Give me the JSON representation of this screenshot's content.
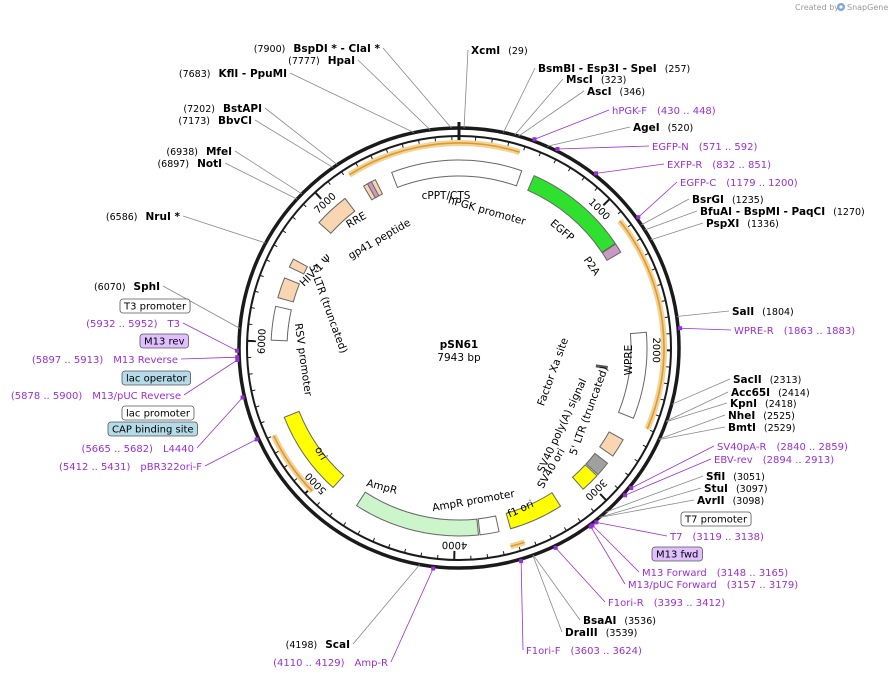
{
  "credit": {
    "text": "Created by",
    "brand": "SnapGene"
  },
  "plasmid": {
    "name": "pSN61",
    "length": "7943 bp",
    "bp": 7943
  },
  "ticks": [
    {
      "label": "1000",
      "bp": 1000
    },
    {
      "label": "2000",
      "bp": 2000
    },
    {
      "label": "3000",
      "bp": 3000
    },
    {
      "label": "4000",
      "bp": 4000
    },
    {
      "label": "5000",
      "bp": 5000
    },
    {
      "label": "6000",
      "bp": 6000
    },
    {
      "label": "7000",
      "bp": 7000
    }
  ],
  "enzymes": [
    {
      "id": "xcmi",
      "name": "XcmI",
      "pos": "(29)",
      "bp": 29
    },
    {
      "id": "bsmbi",
      "name": "BsmBI - Esp3I - SpeI",
      "pos": "(257)",
      "bp": 257
    },
    {
      "id": "msci",
      "name": "MscI",
      "pos": "(323)",
      "bp": 323
    },
    {
      "id": "asci",
      "name": "AscI",
      "pos": "(346)",
      "bp": 346
    },
    {
      "id": "agei",
      "name": "AgeI",
      "pos": "(520)",
      "bp": 520
    },
    {
      "id": "bsrgi",
      "name": "BsrGI",
      "pos": "(1235)",
      "bp": 1235
    },
    {
      "id": "bfuai",
      "name": "BfuAI - BspMI - PaqCI",
      "pos": "(1270)",
      "bp": 1270
    },
    {
      "id": "pspxi",
      "name": "PspXI",
      "pos": "(1336)",
      "bp": 1336
    },
    {
      "id": "sali",
      "name": "SalI",
      "pos": "(1804)",
      "bp": 1804
    },
    {
      "id": "sacii",
      "name": "SacII",
      "pos": "(2313)",
      "bp": 2313
    },
    {
      "id": "acc65i",
      "name": "Acc65I",
      "pos": "(2414)",
      "bp": 2414
    },
    {
      "id": "kpni",
      "name": "KpnI",
      "pos": "(2418)",
      "bp": 2418
    },
    {
      "id": "nhei",
      "name": "NheI",
      "pos": "(2525)",
      "bp": 2525
    },
    {
      "id": "bmti",
      "name": "BmtI",
      "pos": "(2529)",
      "bp": 2529
    },
    {
      "id": "sfii",
      "name": "SfiI",
      "pos": "(3051)",
      "bp": 3051
    },
    {
      "id": "stui",
      "name": "StuI",
      "pos": "(3097)",
      "bp": 3097
    },
    {
      "id": "avrii",
      "name": "AvrII",
      "pos": "(3098)",
      "bp": 3098
    },
    {
      "id": "bsaai",
      "name": "BsaAI",
      "pos": "(3536)",
      "bp": 3536
    },
    {
      "id": "draiii",
      "name": "DraIII",
      "pos": "(3539)",
      "bp": 3539
    },
    {
      "id": "scai",
      "name": "ScaI",
      "pos": "(4198)",
      "bp": 4198
    },
    {
      "id": "sphi",
      "name": "SphI",
      "pos": "(6070)",
      "bp": 6070
    },
    {
      "id": "nrui",
      "name": "NruI *",
      "pos": "(6586)",
      "bp": 6586
    },
    {
      "id": "noti",
      "name": "NotI",
      "pos": "(6897)",
      "bp": 6897
    },
    {
      "id": "mfei",
      "name": "MfeI",
      "pos": "(6938)",
      "bp": 6938
    },
    {
      "id": "bbvci",
      "name": "BbvCI",
      "pos": "(7173)",
      "bp": 7173
    },
    {
      "id": "bstapi",
      "name": "BstAPI",
      "pos": "(7202)",
      "bp": 7202
    },
    {
      "id": "kfli",
      "name": "KflI - PpuMI",
      "pos": "(7683)",
      "bp": 7683
    },
    {
      "id": "hpai",
      "name": "HpaI",
      "pos": "(7777)",
      "bp": 7777
    },
    {
      "id": "bspdi",
      "name": "BspDI * - ClaI *",
      "pos": "(7900)",
      "bp": 7900
    }
  ],
  "primers": [
    {
      "id": "hpgkf",
      "name": "hPGK-F",
      "range": "(430 .. 448)",
      "bp": 439
    },
    {
      "id": "egfpn",
      "name": "EGFP-N",
      "range": "(571 .. 592)",
      "bp": 581
    },
    {
      "id": "exfpr",
      "name": "EXFP-R",
      "range": "(832 .. 851)",
      "bp": 841
    },
    {
      "id": "egfpc",
      "name": "EGFP-C",
      "range": "(1179 .. 1200)",
      "bp": 1189
    },
    {
      "id": "wprer",
      "name": "WPRE-R",
      "range": "(1863 .. 1883)",
      "bp": 1873
    },
    {
      "id": "sv40par",
      "name": "SV40pA-R",
      "range": "(2840 .. 2859)",
      "bp": 2849
    },
    {
      "id": "ebvrev",
      "name": "EBV-rev",
      "range": "(2894 .. 2913)",
      "bp": 2903
    },
    {
      "id": "t7",
      "name": "T7",
      "range": "(3119 .. 3138)",
      "bp": 3128
    },
    {
      "id": "m13fwd",
      "name": "M13 fwd",
      "range": "",
      "bp": 3150
    },
    {
      "id": "m13forward",
      "name": "M13 Forward",
      "range": "(3148 .. 3165)",
      "bp": 3156
    },
    {
      "id": "m13pucf",
      "name": "M13/pUC Forward",
      "range": "(3157 .. 3179)",
      "bp": 3168
    },
    {
      "id": "f1orir",
      "name": "F1ori-R",
      "range": "(3393 .. 3412)",
      "bp": 3402
    },
    {
      "id": "f1orif",
      "name": "F1ori-F",
      "range": "(3603 .. 3624)",
      "bp": 3613
    },
    {
      "id": "ampr",
      "name": "Amp-R",
      "range": "(4110 .. 4129)",
      "bp": 4119
    },
    {
      "id": "pbr322",
      "name": "pBR322ori-F",
      "range": "(5412 .. 5431)",
      "bp": 5421
    },
    {
      "id": "l4440",
      "name": "L4440",
      "range": "(5665 .. 5682)",
      "bp": 5673
    },
    {
      "id": "m13puc_rev",
      "name": "M13/pUC Reverse",
      "range": "(5878 .. 5900)",
      "bp": 5889
    },
    {
      "id": "m13reverse",
      "name": "M13 Reverse",
      "range": "(5897 .. 5913)",
      "bp": 5905
    },
    {
      "id": "t3",
      "name": "T3",
      "range": "(5932 .. 5952)",
      "bp": 5942
    }
  ],
  "boxes": [
    {
      "id": "t7promoter",
      "name": "T7 promoter",
      "style": "white"
    },
    {
      "id": "m13fwdbox",
      "name": "M13 fwd",
      "style": "purple"
    },
    {
      "id": "t3promoter",
      "name": "T3 promoter",
      "style": "white"
    },
    {
      "id": "m13revbox",
      "name": "M13 rev",
      "style": "purple"
    },
    {
      "id": "lacoperator",
      "name": "lac operator",
      "style": "teal"
    },
    {
      "id": "lacpromoter",
      "name": "lac promoter",
      "style": "white"
    },
    {
      "id": "capsite",
      "name": "CAP binding site",
      "style": "teal"
    }
  ],
  "features": [
    {
      "id": "cppt",
      "name": "cPPT/CTS",
      "start": 7270,
      "end": 7360,
      "color": "#f9d6b1"
    },
    {
      "id": "hpgk",
      "name": "hPGK promoter",
      "start": 7480,
      "end": 430,
      "color": "#ffffff"
    },
    {
      "id": "egfp",
      "name": "EGFP",
      "start": 520,
      "end": 1240,
      "color": "#2fe02f"
    },
    {
      "id": "p2a",
      "name": "P2A",
      "start": 1245,
      "end": 1310,
      "color": "#c79ac1"
    },
    {
      "id": "wpre",
      "name": "WPRE",
      "start": 1880,
      "end": 2470,
      "color": "#ffffff"
    },
    {
      "id": "ltr5",
      "name": "5' LTR (truncated)",
      "start": 2630,
      "end": 2760,
      "color": "#f9d6b1"
    },
    {
      "id": "sv40pa",
      "name": "SV40 poly(A) signal",
      "start": 2820,
      "end": 2920,
      "color": "#a0a0a0"
    },
    {
      "id": "sv40ori",
      "name": "SV40 ori",
      "start": 2930,
      "end": 3060,
      "color": "#ffff00"
    },
    {
      "id": "f1ori",
      "name": "f1 ori",
      "start": 3250,
      "end": 3620,
      "color": "#ffff00"
    },
    {
      "id": "ampprom",
      "name": "AmpR promoter",
      "start": 3700,
      "end": 3830,
      "color": "#ffffff"
    },
    {
      "id": "amp",
      "name": "AmpR",
      "start": 3840,
      "end": 4700,
      "color": "#ccf5cc"
    },
    {
      "id": "ori",
      "name": "ori",
      "start": 4900,
      "end": 5480,
      "color": "#ffff00"
    },
    {
      "id": "rsv",
      "name": "RSV promoter",
      "start": 6010,
      "end": 6240,
      "color": "#ffffff"
    },
    {
      "id": "ltr3",
      "name": "5' LTR (truncated)",
      "start": 6300,
      "end": 6440,
      "color": "#f9d6b1"
    },
    {
      "id": "hiv",
      "name": "HIV-1 Ψ",
      "start": 6520,
      "end": 6580,
      "color": "#f9d6b1"
    },
    {
      "id": "rre",
      "name": "RRE",
      "start": 6880,
      "end": 7120,
      "color": "#f9d6b1"
    },
    {
      "id": "gp41",
      "name": "gp41 peptide",
      "start": 7300,
      "end": 7330,
      "color": "#c79ac1"
    },
    {
      "id": "factorxa",
      "name": "Factor Xa site",
      "start": 2150,
      "end": 2200,
      "color": "#555555"
    }
  ],
  "colors": {
    "primer": "#9a2fd6",
    "orange": "#e8a33a",
    "teal": "#b5dbe8",
    "purplebox": "#e0bfff"
  }
}
